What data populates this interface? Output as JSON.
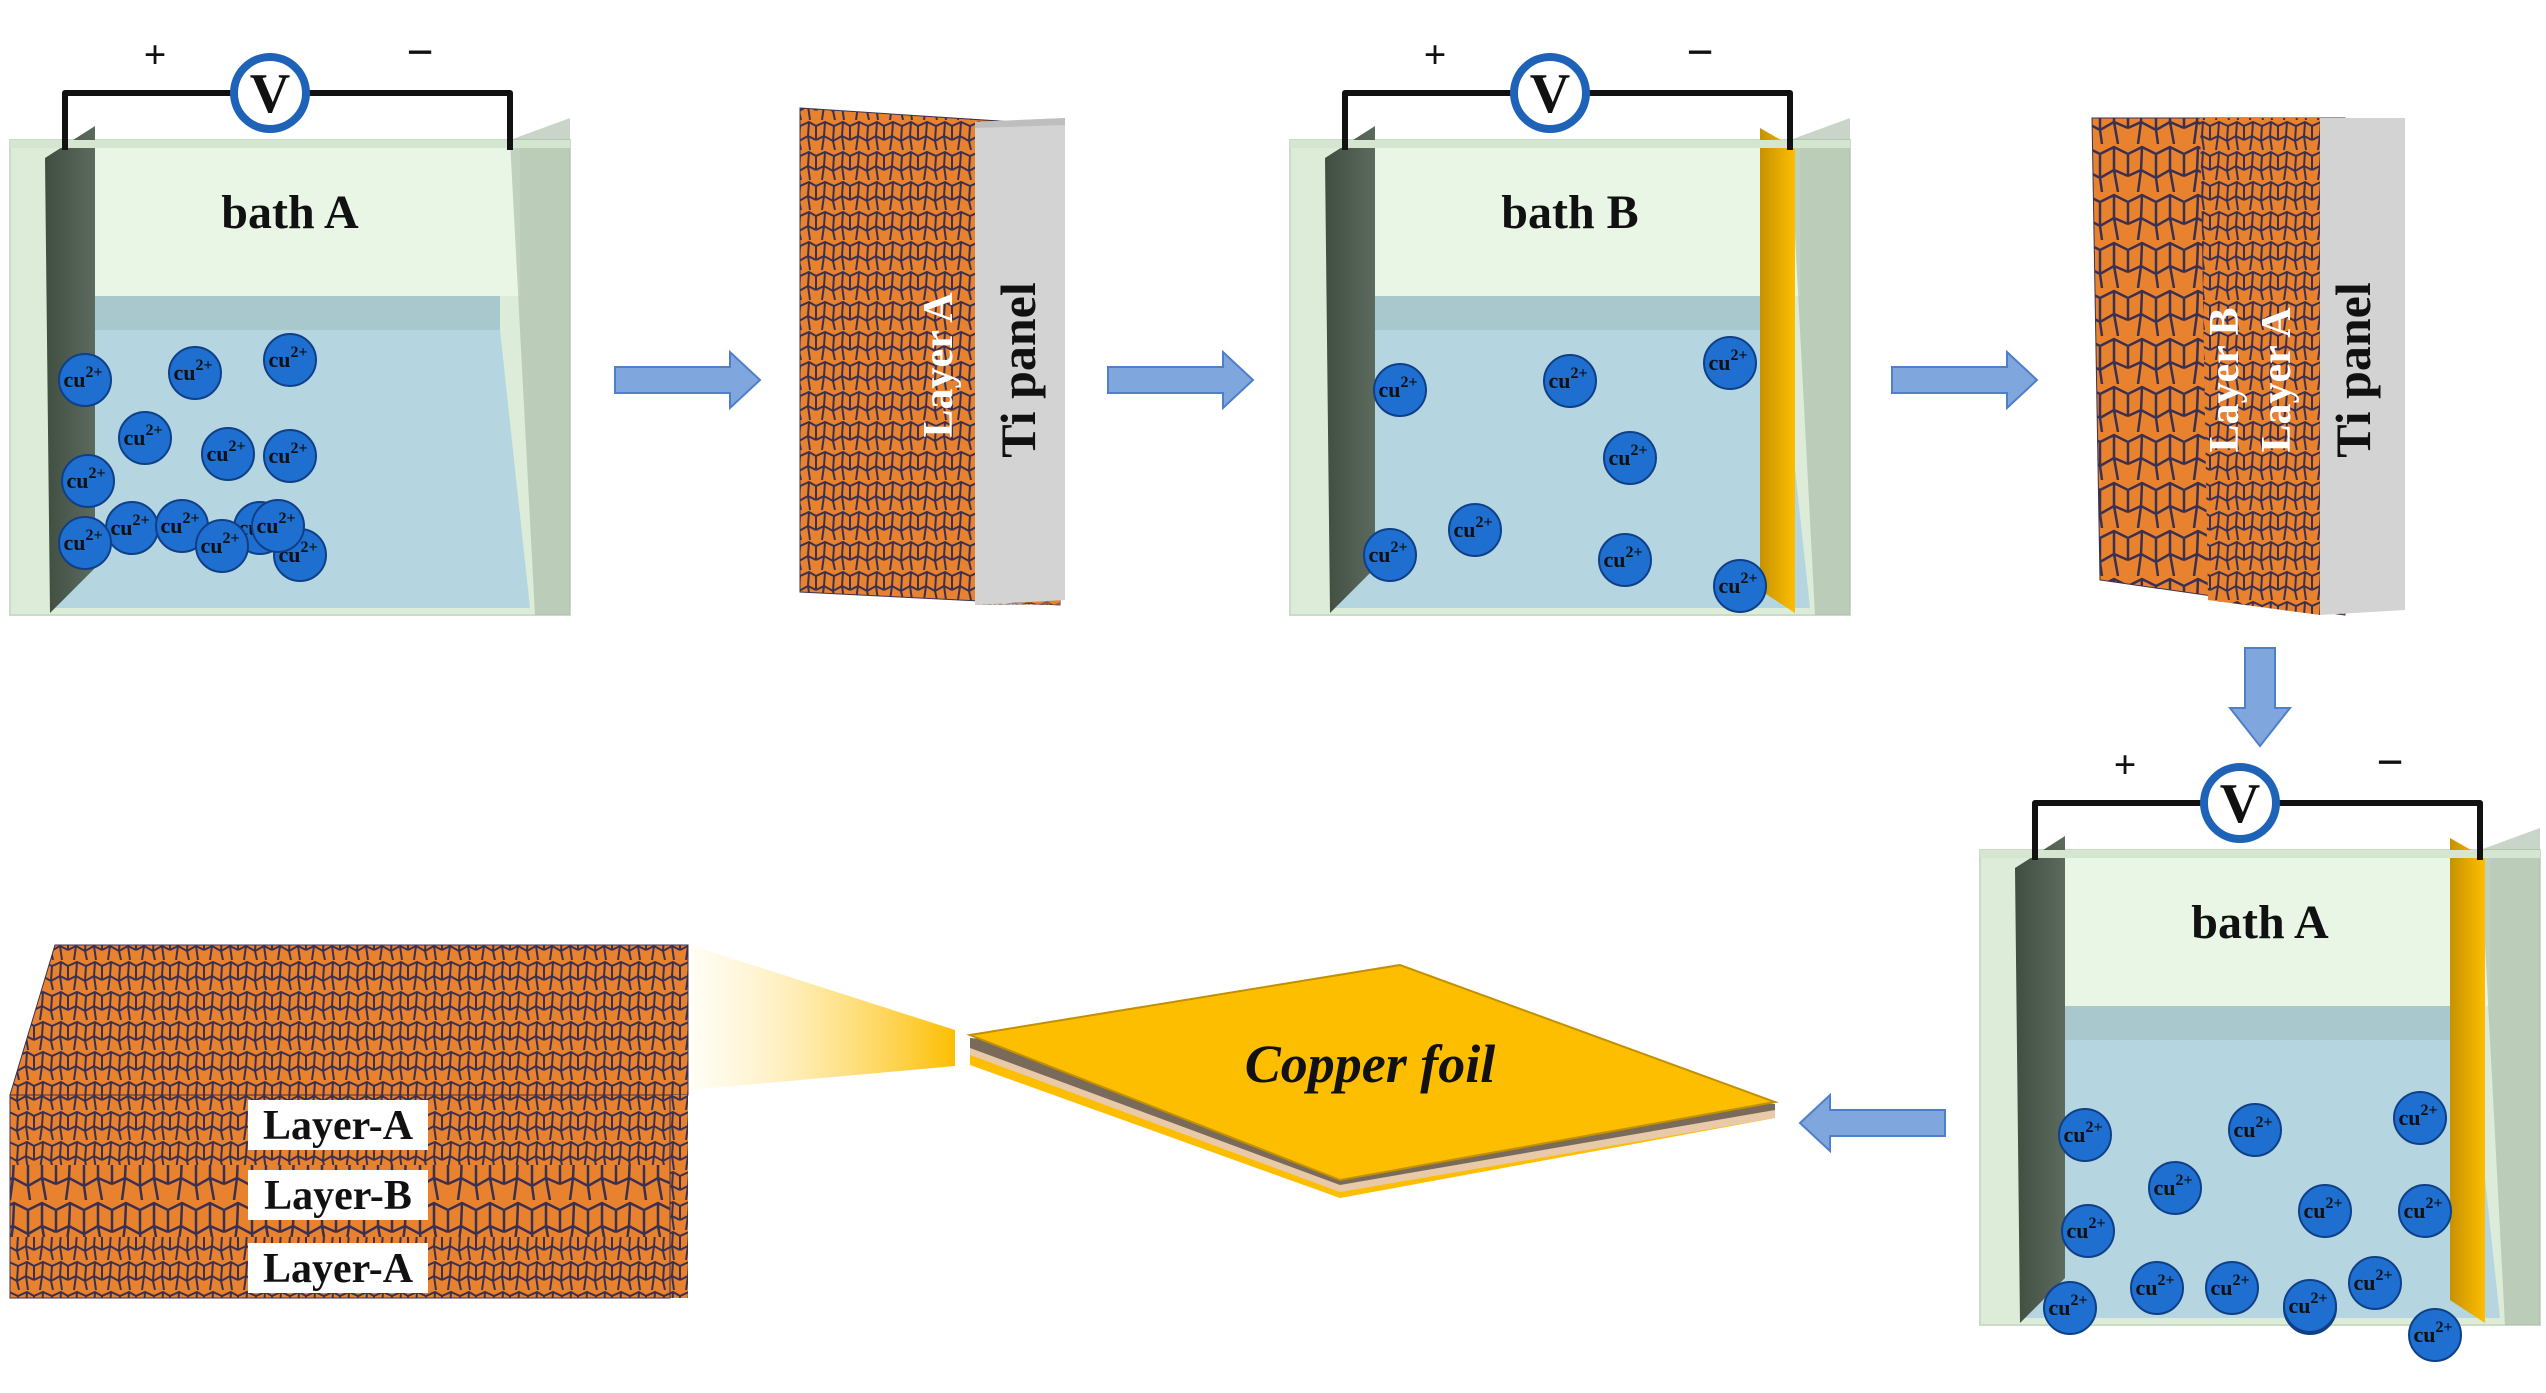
{
  "electrolysis": {
    "plus": "+",
    "minus": "−",
    "voltmeter": "V",
    "ion": "cu",
    "ion_charge": "2+"
  },
  "baths": [
    {
      "label": "bath A"
    },
    {
      "label": "bath B"
    },
    {
      "label": "bath A"
    }
  ],
  "panels": [
    {
      "layers": [
        "Layer A"
      ],
      "substrate": "Ti  panel"
    },
    {
      "layers": [
        "Layer B",
        "Layer A"
      ],
      "substrate": "Ti  panel"
    }
  ],
  "foil": {
    "label": "Copper foil"
  },
  "cross_section": {
    "layers": [
      "Layer-A",
      "Layer-B",
      "Layer-A"
    ]
  },
  "colors": {
    "copper": "#E8822F",
    "grain_line": "#3B3050",
    "gold": "#FDBE00",
    "electrolyte": "#B5D6E0",
    "air": "#E9F6E6",
    "glass": "#DDEBD9",
    "anode": "#4F5E50",
    "ion": "#1E6FD0",
    "arrow": "#7FA6DD",
    "ti": "#D3D3D3"
  }
}
